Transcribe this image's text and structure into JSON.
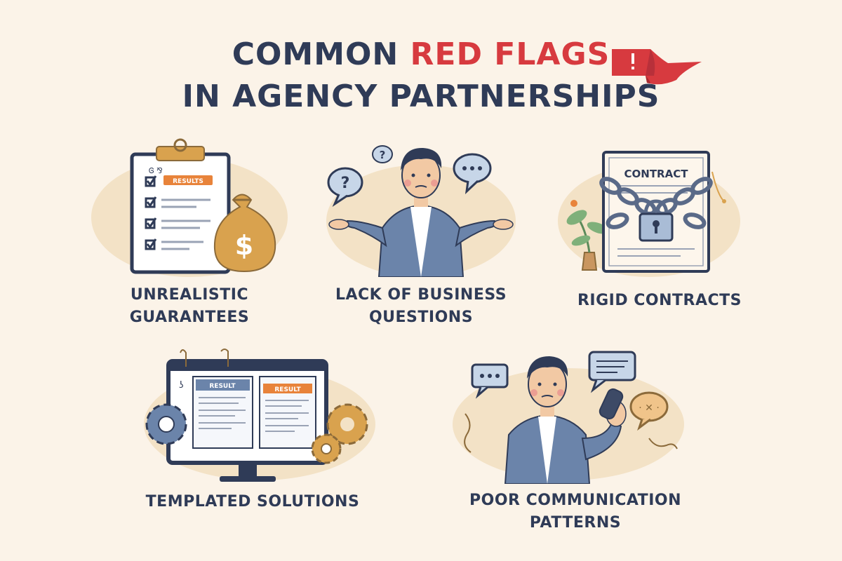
{
  "title": {
    "part1": "COMMON ",
    "accent": "RED FLAGS",
    "line2": "IN AGENCY PARTNERSHIPS"
  },
  "items": [
    {
      "caption": "UNREALISTIC\nGUARANTEES",
      "icon": "clipboard-money-bag-icon",
      "label": "RESULTS"
    },
    {
      "caption": "LACK OF BUSINESS\nQUESTIONS",
      "icon": "confused-person-icon"
    },
    {
      "caption": "RIGID CONTRACTS",
      "icon": "chained-contract-icon",
      "label": "CONTRACT"
    },
    {
      "caption": "TEMPLATED SOLUTIONS",
      "icon": "monitor-templates-icon",
      "label": "RESULT"
    },
    {
      "caption": "POOR COMMUNICATION\nPATTERNS",
      "icon": "person-phone-icon"
    }
  ],
  "colors": {
    "navy": "#2f3b57",
    "red": "#d73a3f",
    "blob": "#f3e2c6",
    "background": "#fbf3e8",
    "suit": "#6b84aa",
    "orange": "#e8833a",
    "gold": "#d9a24e"
  }
}
